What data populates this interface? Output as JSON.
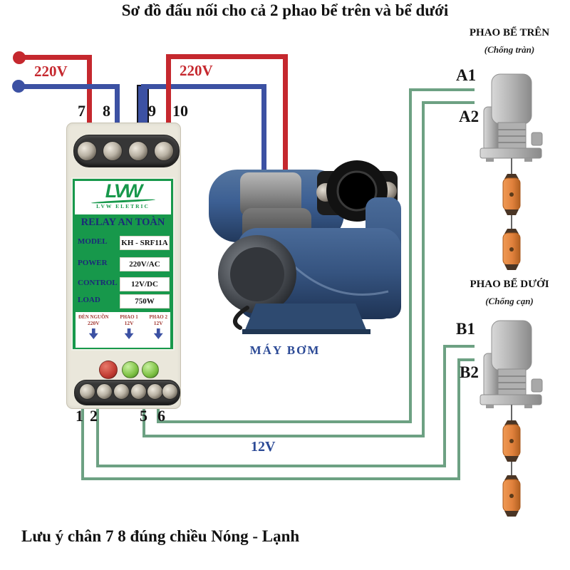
{
  "title": "Sơ đồ đấu nối cho cả 2 phao bể trên và bể dưới",
  "note": "Lưu ý chân 7 8 đúng chiều Nóng - Lạnh",
  "power": {
    "left_label": "220V",
    "right_label": "220V",
    "control_label": "12V"
  },
  "relay": {
    "top_terminals": [
      "7",
      "8",
      "9",
      "10"
    ],
    "bottom_terminals": [
      "1",
      "2",
      "5",
      "6"
    ],
    "brand": "LVW",
    "brand_sub": "LVW ELETRIC",
    "name": "RELAY AN TOÀN",
    "specs": [
      {
        "label": "MODEL",
        "value": "KH - SRF11A"
      },
      {
        "label": "POWER",
        "value": "220V/AC"
      },
      {
        "label": "CONTROL",
        "value": "12V/DC"
      },
      {
        "label": "LOAD",
        "value": "750W"
      }
    ],
    "indicators": [
      {
        "label": "ĐÈN NGUỒN",
        "value": "220V"
      },
      {
        "label": "PHAO 1",
        "value": "12V"
      },
      {
        "label": "PHAO 2",
        "value": "12V"
      }
    ]
  },
  "pump": {
    "label": "MÁY BƠM"
  },
  "float_top": {
    "title": "PHAO BỂ TRÊN",
    "subtitle": "(Chống tràn)",
    "terminal_1": "A1",
    "terminal_2": "A2"
  },
  "float_bottom": {
    "title": "PHAO BỂ DƯỚI",
    "subtitle": "(Chống cạn)",
    "terminal_1": "B1",
    "terminal_2": "B2"
  },
  "colors": {
    "wire-red": "#c5282e",
    "wire-blue": "#3c51a3",
    "wire-green": "#6da183",
    "label-green": "#17984b",
    "navy": "#1b2a78",
    "navy-12v": "#2c4a96",
    "dark-red": "#a33b35",
    "led-red": "#c13b32",
    "led-green": "#7dc143",
    "float-orange": "#e0813c",
    "pump-blue": "#3c5f93"
  }
}
